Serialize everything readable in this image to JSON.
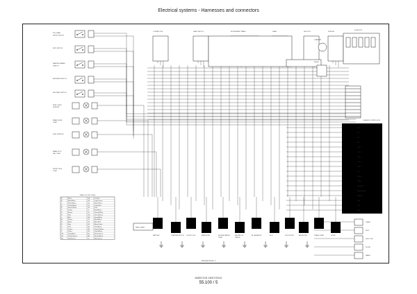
{
  "header": {
    "title": "Electrical systems - Harnesses and connectors"
  },
  "footer": {
    "doc_code": "84557215 16/07/2012",
    "page_number": "55.100 / 5"
  },
  "caption": "RVA1979Y01 1",
  "legend": {
    "title": "WIRE COLOR CODES",
    "rows": [
      [
        "A",
        "Black",
        "CA",
        "Orange"
      ],
      [
        "B",
        "Blue/White",
        "CB",
        "Light Green"
      ],
      [
        "C",
        "White/Black",
        "CE",
        "Red/Yellow"
      ],
      [
        "D",
        "Yellow/Black",
        "CG",
        "Light Blue"
      ],
      [
        "E",
        "Brown/White",
        "CH",
        "Pink"
      ],
      [
        "F",
        "Yellow",
        "CI",
        "Red/White"
      ],
      [
        "G",
        "Brown",
        "GL",
        "Green/White"
      ],
      [
        "H",
        "Red",
        "GN",
        "Green/Black"
      ],
      [
        "L",
        "Blue",
        "GR",
        "Grey/White"
      ],
      [
        "M",
        "Brown",
        "LN",
        "Blue/Black"
      ],
      [
        "N",
        "Black",
        "LR",
        "Blue/Red"
      ],
      [
        "R",
        "Red",
        "NZ",
        "Black/Violet"
      ],
      [
        "S",
        "Pink",
        "SN",
        "Pink/Black"
      ],
      [
        "V",
        "Green",
        "VN",
        "Green/Yellow"
      ],
      [
        "Z",
        "Violet",
        "ZN",
        "Violet/Black"
      ],
      [
        "CN",
        "Grey/Black",
        "BV",
        "White/Green"
      ],
      [
        "GV",
        "Yellow/Green",
        "HN",
        "Brown/Black"
      ],
      [
        "RV",
        "Red/Green",
        "LV",
        "Blue/Green"
      ]
    ]
  },
  "labels": {
    "switches_left": [
      "5TH GEAR DRIVE SWITCH",
      "4WD SWITCH",
      "PARKING BRAKE SWITCH",
      "REVERSE SWITCH",
      "NEUTRAL SWITCH"
    ],
    "left_mid": [
      "FUEL LEVEL SENSOR",
      "REAR WORK LIGHT",
      "FUEL SENSOR",
      "REAR STOP TAIL LIGHT",
      "FRONT SIDE LIGHT"
    ],
    "top_mid": [
      "CONNECTOR",
      "SEAT SWITCH",
      "INSTRUMENT PANEL",
      "DASH",
      "SHUTTLE",
      "DISPLAY"
    ],
    "right_top": [
      "FUSE BOX",
      "STARTER",
      "RELAY"
    ],
    "right_panel": [
      "LOADER CONTROLLER",
      "IN 1",
      "IN 2",
      "IN 3",
      "IN 4",
      "OUT 1",
      "OUT 2",
      "OUT 3",
      "OUT 4",
      "GND",
      "12V",
      "CAN H",
      "CAN L",
      "SENSOR",
      "PRESSURE",
      "BRAKE",
      "LIFT",
      "TILT",
      "AUX"
    ],
    "bottom": [
      "BATTERY",
      "STARTER MOTOR",
      "GLOW PLUG",
      "MAIN FUSE",
      "ENGINE WATER TEMP",
      "ENGINE OIL PRESS",
      "ALTERNATOR",
      "ECU",
      "HYD FILTER",
      "AIR FILTER",
      "TRANS TEMP",
      "HORN"
    ],
    "bottom_right": [
      "START",
      "RUN",
      "SHUT OFF",
      "DIODE",
      "WARN"
    ],
    "relay_box": "HEAT START"
  }
}
